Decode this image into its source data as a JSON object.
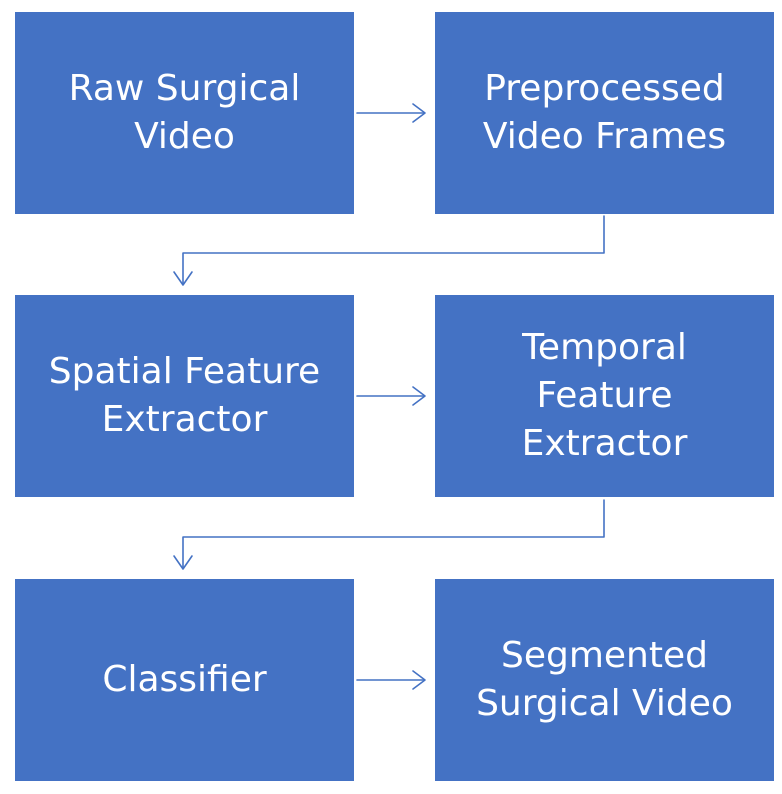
{
  "diagram": {
    "colors": {
      "box_fill": "#4472C4",
      "box_text": "#ffffff",
      "connector": "#4472C4",
      "background": "#ffffff"
    },
    "nodes": [
      {
        "id": "raw",
        "label": "Raw Surgical\nVideo"
      },
      {
        "id": "pre",
        "label": "Preprocessed\nVideo Frames"
      },
      {
        "id": "spatial",
        "label": "Spatial Feature\nExtractor"
      },
      {
        "id": "temporal",
        "label": "Temporal\nFeature\nExtractor"
      },
      {
        "id": "classifier",
        "label": "Classifier"
      },
      {
        "id": "segmented",
        "label": "Segmented\nSurgical Video"
      }
    ],
    "edges": [
      {
        "from": "raw",
        "to": "pre"
      },
      {
        "from": "pre",
        "to": "spatial"
      },
      {
        "from": "spatial",
        "to": "temporal"
      },
      {
        "from": "temporal",
        "to": "classifier"
      },
      {
        "from": "classifier",
        "to": "segmented"
      }
    ]
  }
}
